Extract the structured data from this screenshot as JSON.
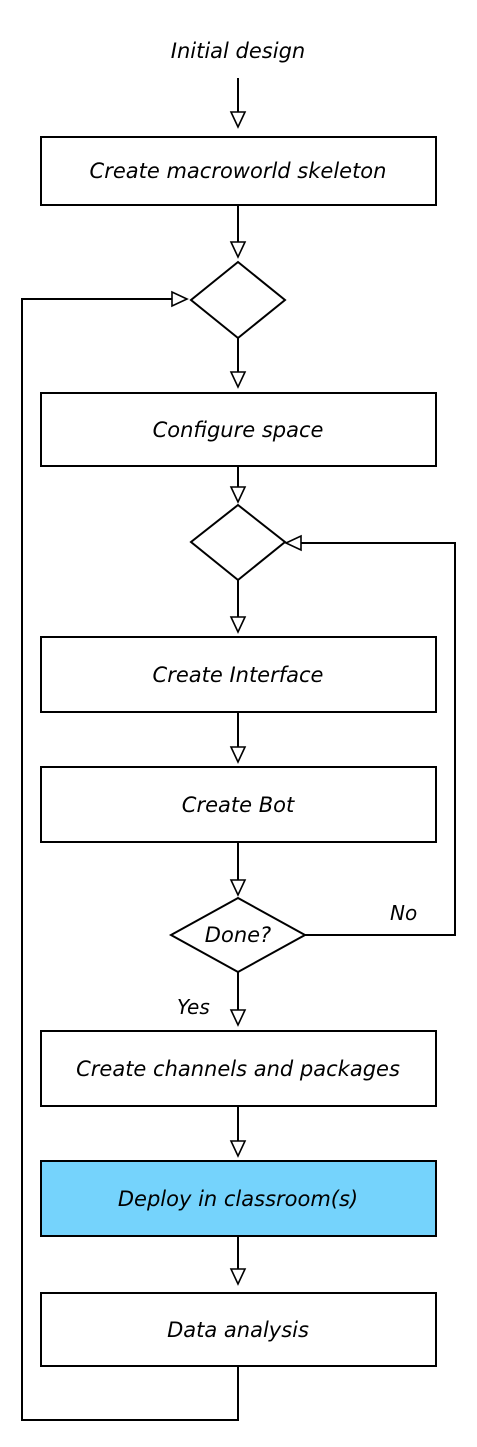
{
  "diagram": {
    "start_label": "Initial design",
    "steps": {
      "skeleton": "Create macroworld skeleton",
      "configure": "Configure space",
      "interface": "Create Interface",
      "bot": "Create Bot",
      "channels": "Create channels and packages",
      "deploy": "Deploy in classroom(s)",
      "analysis": "Data analysis"
    },
    "decision_done": "Done?",
    "edge_yes": "Yes",
    "edge_no": "No",
    "colors": {
      "highlight_fill": "#75d3fc",
      "stroke": "#000000",
      "background": "#ffffff"
    }
  }
}
